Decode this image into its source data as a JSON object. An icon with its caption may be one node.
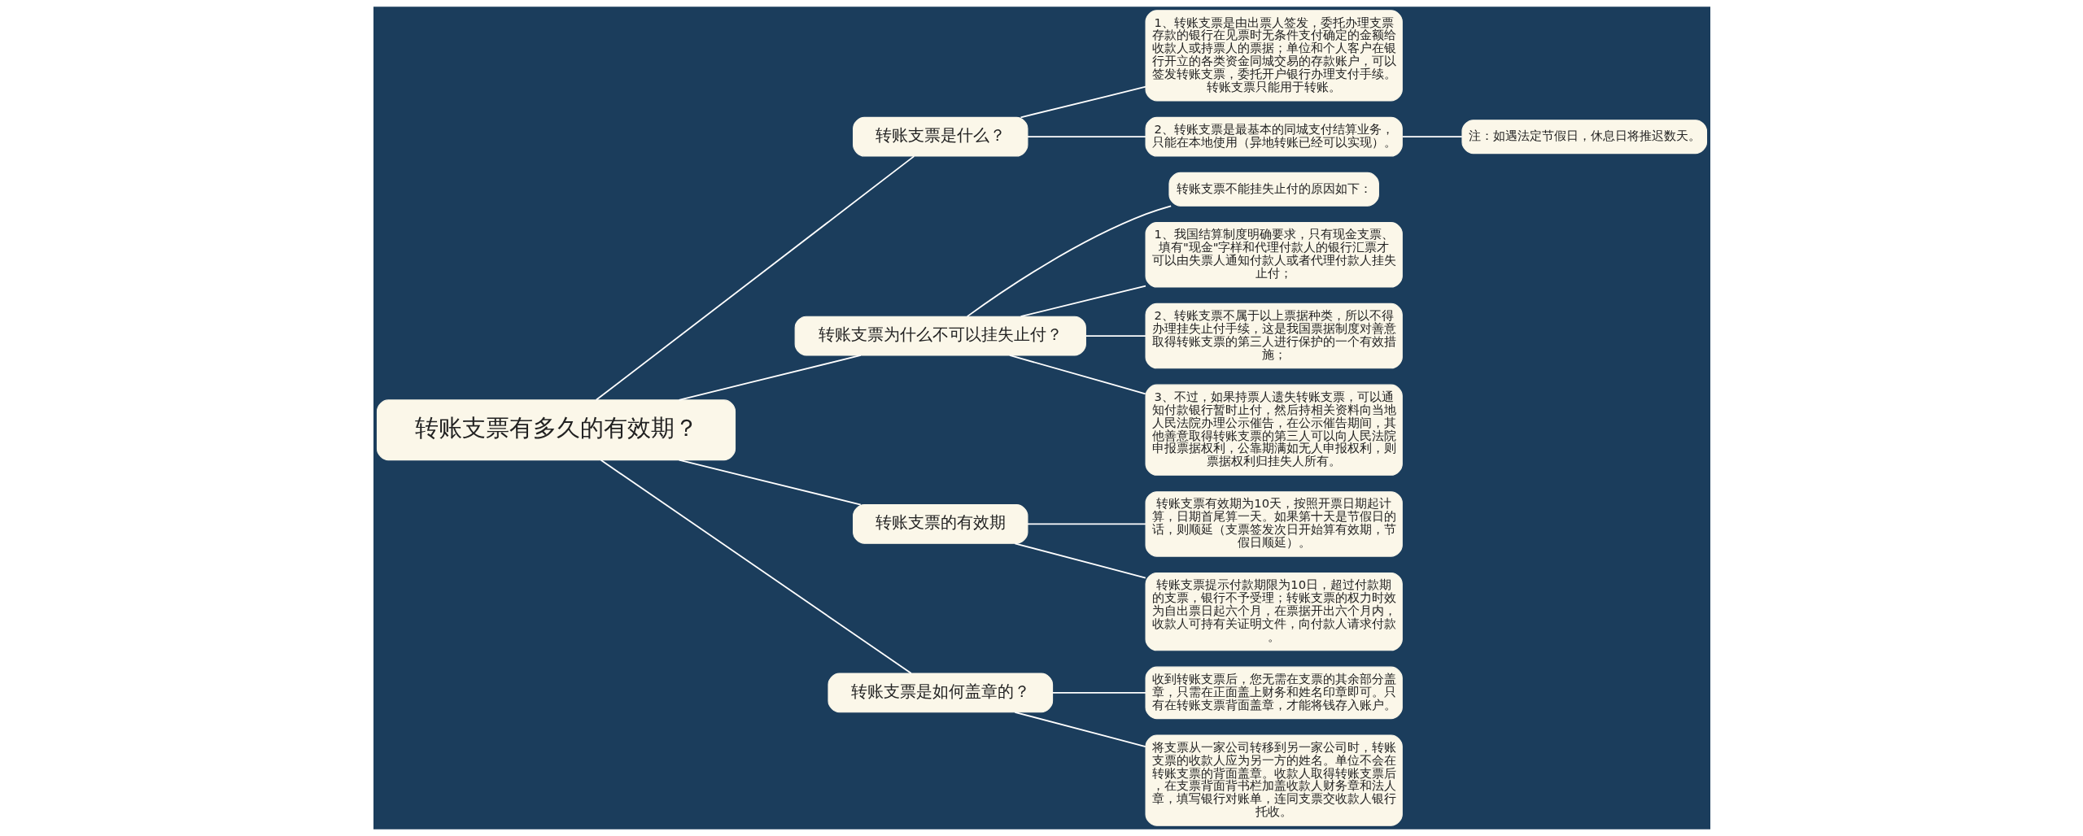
{
  "diagram": {
    "nodes": [
      {
        "text": [
          "转账支票有多久的有效期？"
        ]
      },
      {
        "text": [
          "转账支票是什么？"
        ]
      },
      {
        "text": [
          "1、转账支票是由出票人签发，委托办理支票存款的银行在见票时无条件支付确定的金额给收款人或持票人的票据；单位和个人客户在银行开立的各类资金同城交易的存款账户，可以签发转账支票，委托开户银行办理支付手续。转账支票只能用于转账。"
        ]
      },
      {
        "text": [
          "2、转账支票是最基本的同城支付结算业务，只能在本地使用（异地转账已经可以实现）。"
        ]
      },
      {
        "text": [
          "注：如遇法定节假日，休息日将推迟数天。"
        ]
      },
      {
        "text": [
          "转账支票为什么不可以挂失止付？"
        ]
      },
      {
        "text": [
          "转账支票不能挂失止付的原因如下："
        ]
      },
      {
        "text": [
          "1、我国结算制度明确要求，只有现金支票、填有\"现金\"字样和代理付款人的银行汇票才可以由失票人通知付款人或者代理付款人挂失止付；"
        ]
      },
      {
        "text": [
          "2、转账支票不属于以上票据种类，所以不得办理挂失止付手续，这是我国票据制度对善意取得转账支票的第三人进行保护的一个有效措施；"
        ]
      },
      {
        "text": [
          "3、不过，如果持票人遗失转账支票，可以通知付款银行暂时止付，然后持相关资料向当地人民法院办理公示催告，在公示催告期间，其他善意取得转账支票的第三人可以向人民法院申报票据权利，公靠期满如无人申报权利，则票据权利归挂失人所有。"
        ]
      },
      {
        "text": [
          "转账支票的有效期"
        ]
      },
      {
        "text": [
          "转账支票有效期为10天，按照开票日期起计算，日期首尾算一天。如果第十天是节假日的话，则顺延（支票签发次日开始算有效期，节假日顺延）。"
        ]
      },
      {
        "text": [
          "转账支票提示付款期限为10日，超过付款期的支票，银行不予受理；转账支票的权力时效为自出票日起六个月，在票据开出六个月内，收款人可持有关证明文件，向付款人请求付款。"
        ]
      },
      {
        "text": [
          "转账支票是如何盖章的？"
        ]
      },
      {
        "text": [
          "收到转账支票后，您无需在支票的其余部分盖章，只需在正面盖上财务和姓名印章即可。只有在转账支票背面盖章，才能将钱存入账户。"
        ]
      },
      {
        "text": [
          "将支票从一家公司转移到另一家公司时，转账支票的收款人应为另一方的姓名。单位不会在转账支票的背面盖章。收款人取得转账支票后，在支票背面背书栏加盖收款人财务章和法人章，填写银行对账单，连同支票交收款人银行托收。"
        ]
      }
    ],
    "edges": [
      {
        "from": 0,
        "to": 1,
        "arrow": "none"
      },
      {
        "from": 1,
        "to": 2,
        "arrow": "none"
      },
      {
        "from": 1,
        "to": 3,
        "arrow": "none"
      },
      {
        "from": 3,
        "to": 4,
        "arrow": "none"
      },
      {
        "from": 0,
        "to": 5,
        "arrow": "none"
      },
      {
        "from": 5,
        "to": 6,
        "arrow": "none"
      },
      {
        "from": 5,
        "to": 7,
        "arrow": "none"
      },
      {
        "from": 5,
        "to": 8,
        "arrow": "none"
      },
      {
        "from": 5,
        "to": 9,
        "arrow": "none"
      },
      {
        "from": 0,
        "to": 10,
        "arrow": "none"
      },
      {
        "from": 10,
        "to": 11,
        "arrow": "none"
      },
      {
        "from": 10,
        "to": 12,
        "arrow": "none"
      },
      {
        "from": 0,
        "to": 13,
        "arrow": "none"
      },
      {
        "from": 13,
        "to": 14,
        "arrow": "none"
      },
      {
        "from": 13,
        "to": 15,
        "arrow": "none"
      }
    ]
  }
}
